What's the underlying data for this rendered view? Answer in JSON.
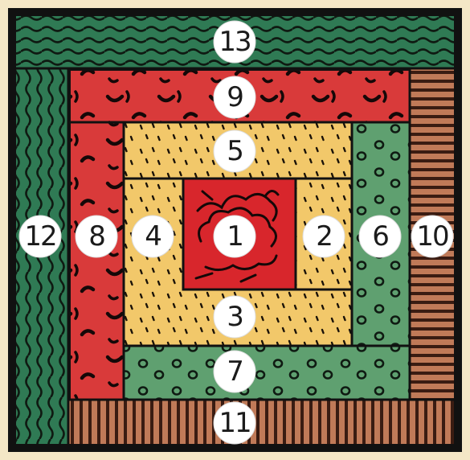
{
  "title": "",
  "colors": {
    "frame": "#111111",
    "background": "#f4e7c6",
    "dark_green": "#2f7a54",
    "red": "#d93a3a",
    "yellow": "#f2c86a",
    "light_green": "#5fa070",
    "brown": "#b86a4a",
    "center": "#d8262c",
    "circle_fill": "#ffffff"
  },
  "patches": [
    {
      "label": "1",
      "color": "red",
      "pattern": "flower"
    },
    {
      "label": "2",
      "color": "yellow",
      "pattern": "dots"
    },
    {
      "label": "3",
      "color": "yellow",
      "pattern": "dots"
    },
    {
      "label": "4",
      "color": "yellow",
      "pattern": "dots"
    },
    {
      "label": "5",
      "color": "yellow",
      "pattern": "dots"
    },
    {
      "label": "6",
      "color": "light_green",
      "pattern": "ovals"
    },
    {
      "label": "7",
      "color": "light_green",
      "pattern": "ovals"
    },
    {
      "label": "8",
      "color": "red",
      "pattern": "arcs"
    },
    {
      "label": "9",
      "color": "red",
      "pattern": "arcs"
    },
    {
      "label": "10",
      "color": "brown",
      "pattern": "horizontal-stripes"
    },
    {
      "label": "11",
      "color": "brown",
      "pattern": "vertical-stripes"
    },
    {
      "label": "12",
      "color": "dark_green",
      "pattern": "vertical-waves"
    },
    {
      "label": "13",
      "color": "dark_green",
      "pattern": "horizontal-waves"
    }
  ]
}
